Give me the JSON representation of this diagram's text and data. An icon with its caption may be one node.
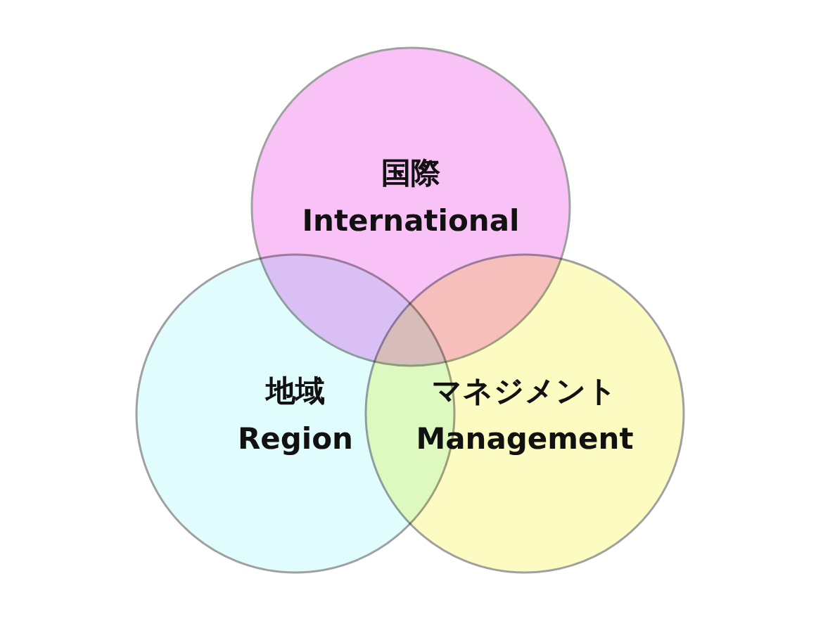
{
  "diagram": {
    "nodes": [
      {
        "text": [
          "国際",
          "International"
        ]
      },
      {
        "text": [
          "地域",
          "Region"
        ]
      },
      {
        "text": [
          "マネジメント",
          "Management"
        ]
      }
    ]
  }
}
